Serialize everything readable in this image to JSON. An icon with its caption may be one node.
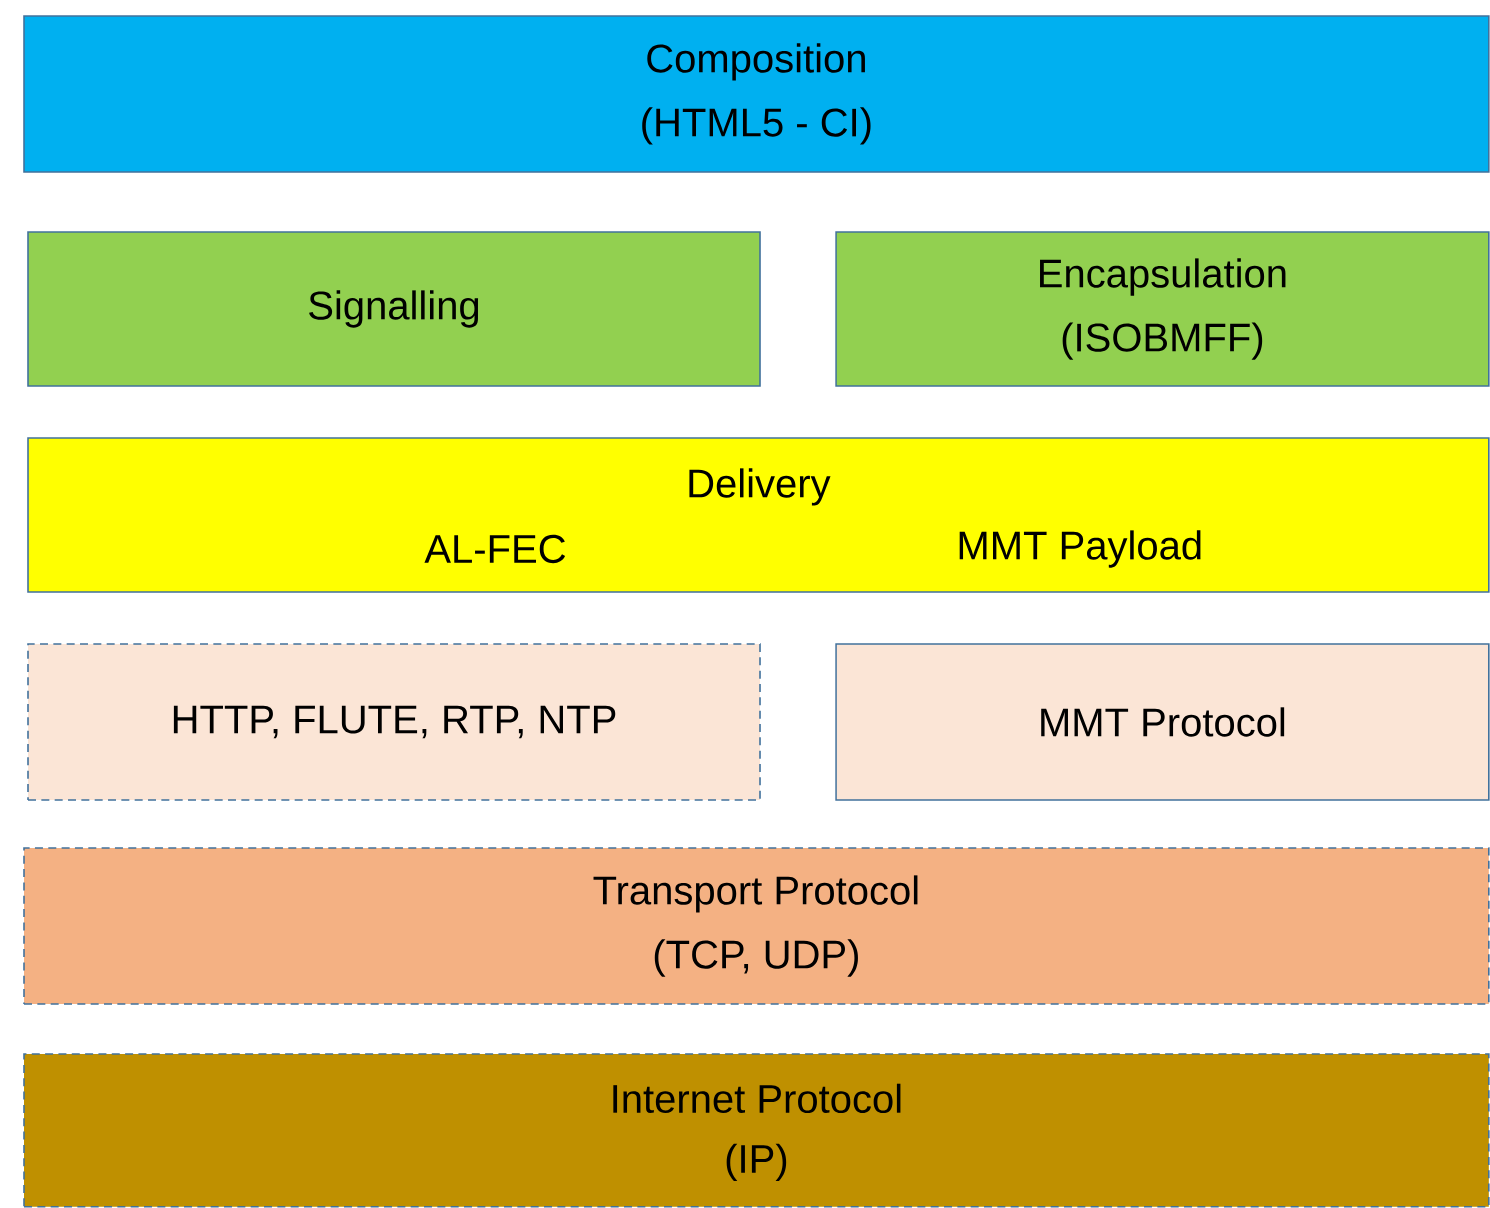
{
  "diagram": {
    "nodes": [
      {
        "text": [
          "Composition",
          "(HTML5 - CI)"
        ]
      },
      {
        "text": [
          "Signalling"
        ]
      },
      {
        "text": [
          "Encapsulation",
          "(ISOBMFF)"
        ]
      },
      {
        "text": [
          "Delivery",
          "AL-FEC",
          "MMT Payload"
        ]
      },
      {
        "text": [
          "HTTP, FLUTE, RTP, NTP"
        ]
      },
      {
        "text": [
          "MMT Protocol"
        ]
      },
      {
        "text": [
          "Transport Protocol",
          "(TCP, UDP)"
        ]
      },
      {
        "text": [
          "Internet Protocol",
          "(IP)"
        ]
      }
    ]
  }
}
